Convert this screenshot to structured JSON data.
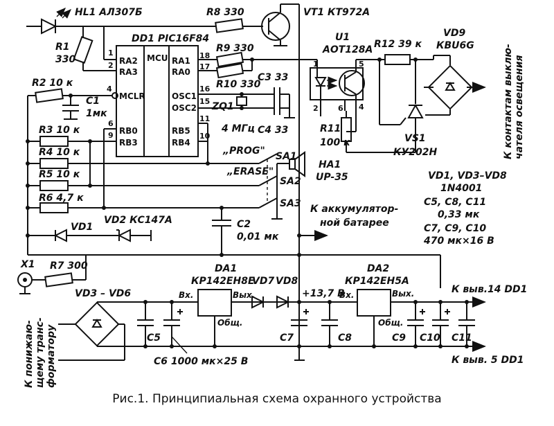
{
  "caption": "Рис.1. Принципиальная схема охранного устройства",
  "labels": {
    "hl1": "HL1 АЛ307Б",
    "r1": "R1",
    "r1v": "330",
    "dd1": "DD1  PIC16F84",
    "mcu": "MCU",
    "r8": "R8 330",
    "vt1": "VT1 КТ972А",
    "u1": "U1",
    "u1v": "АОТ128А",
    "r12": "R12  39 к",
    "vd9": "VD9",
    "vd9v": "КВU6G",
    "r9": "R9 330",
    "r10": "R10 330",
    "c3": "C3 33",
    "zq1": "ZQ1",
    "freq": "4 МГц",
    "c4": "C4 33",
    "r2": "R2  10 к",
    "c1": "C1",
    "c1v": "1мк",
    "r3": "R3  10 к",
    "r4": "R4  10 к",
    "r5": "R5  10 к",
    "r6": "R6  4,7 к",
    "vd1": "VD1",
    "vd2": "VD2  КС147А",
    "prog": "„PROG\"",
    "erase": "„ERASE\"",
    "sa1": "SA1",
    "sa2": "SA2",
    "sa3": "SA3",
    "ha1": "HA1",
    "ha1v": "UP-35",
    "c2": "C2",
    "c2v": "0,01 мк",
    "r11": "R11",
    "r11v": "100 к",
    "vs1": "VS1",
    "vs1v": "КУ202Н",
    "light1": "К контактам выклю-",
    "light2": "чателя освещения",
    "batt1": "К аккумулятор-",
    "batt2": "ной батарее",
    "note1": "VD1, VD3–VD8",
    "note2": "1N4001",
    "note3": "C5, C8, C11",
    "note4": "0,33 мк",
    "note5": "C7, C9, C10",
    "note6": "470 мк×16 В",
    "x1": "X1",
    "r7": "R7 300",
    "vd36": "VD3 – VD6",
    "da1": "DA1",
    "da1v": "КР142ЕН8Е",
    "vx1": "Вх.",
    "vyx1": "Вых.",
    "obsh1": "Общ.",
    "vd7": "VD7",
    "vd8": "VD8",
    "v137": "+13,7 В",
    "da2": "DA2",
    "da2v": "КР142ЕН5А",
    "vx2": "Вх.",
    "vyx2": "Вых.",
    "obsh2": "Общ.",
    "pin14": "К выв.14 DD1",
    "pin5": "К выв. 5 DD1",
    "c5": "C5",
    "c6": "C6 1000 мк×25 В",
    "c7": "C7",
    "c8": "C8",
    "c9": "C9",
    "c10": "C10",
    "c11": "C11",
    "trans1": "К понижаю-",
    "trans2": "щему транс-",
    "trans3": "форматору"
  },
  "pins": {
    "p1": "1",
    "p2": "2",
    "p4": "4",
    "p6": "6",
    "p9": "9",
    "p18": "18",
    "p17": "17",
    "p16": "16",
    "p15": "15",
    "p11": "11",
    "p10": "10",
    "ra2": "RA2",
    "ra3": "RA3",
    "mclr": "MCLR",
    "rb0": "RB0",
    "rb3": "RB3",
    "ra1": "RA1",
    "ra0": "RA0",
    "osc1": "OSC1",
    "osc2": "OSC2",
    "rb5": "RB5",
    "rb4": "RB4",
    "u1p1": "1",
    "u1p2": "2",
    "u1p5": "5",
    "u1p6": "6",
    "u1p4": "4"
  }
}
